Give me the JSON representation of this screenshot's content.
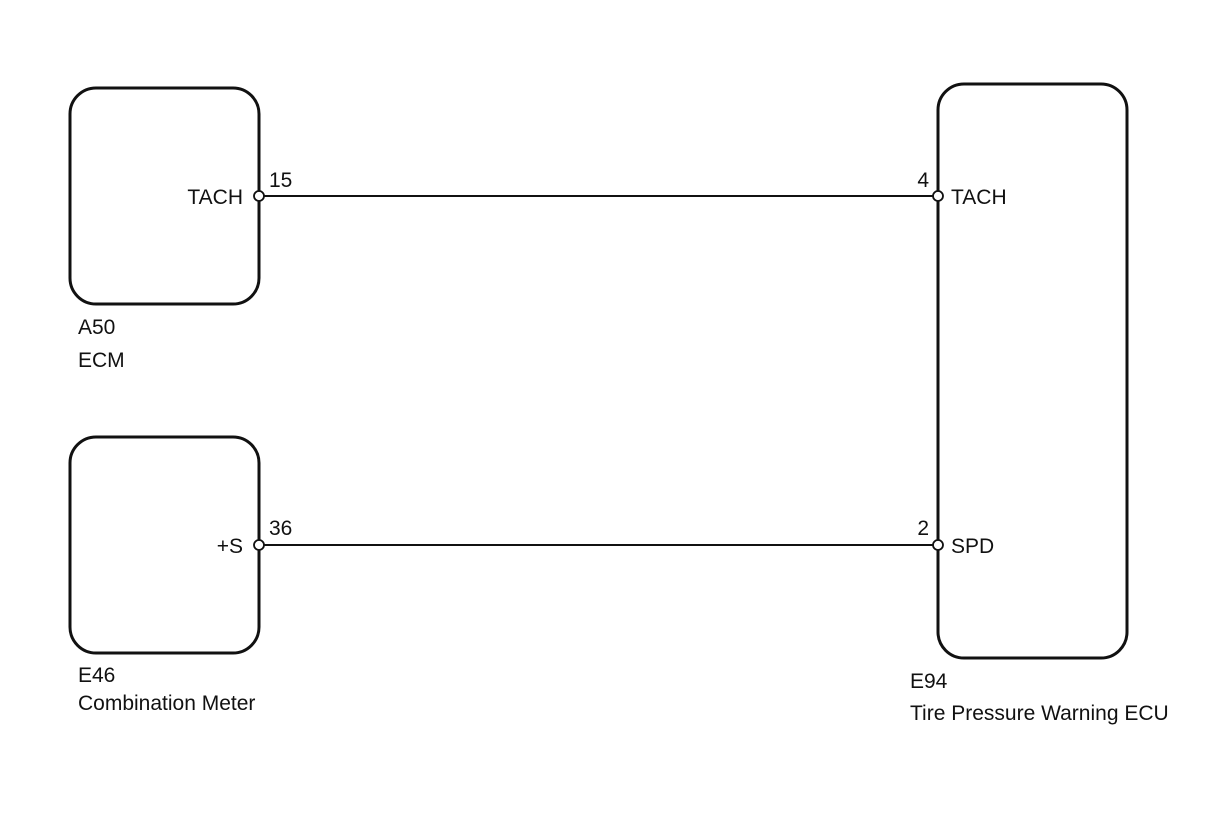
{
  "components": {
    "ecm": {
      "code": "A50",
      "name": "ECM",
      "pin_label": "TACH",
      "pin_number": "15"
    },
    "combination_meter": {
      "code": "E46",
      "name": "Combination Meter",
      "pin_label": "+S",
      "pin_number": "36"
    },
    "tpw_ecu": {
      "code": "E94",
      "name": "Tire Pressure Warning ECU",
      "pin_tach_label": "TACH",
      "pin_tach_number": "4",
      "pin_spd_label": "SPD",
      "pin_spd_number": "2"
    }
  },
  "connections": [
    {
      "from": "A50-15 TACH",
      "to": "E94-4 TACH"
    },
    {
      "from": "E46-36 +S",
      "to": "E94-2 SPD"
    }
  ],
  "colors": {
    "line": "#111111",
    "background": "#ffffff"
  }
}
